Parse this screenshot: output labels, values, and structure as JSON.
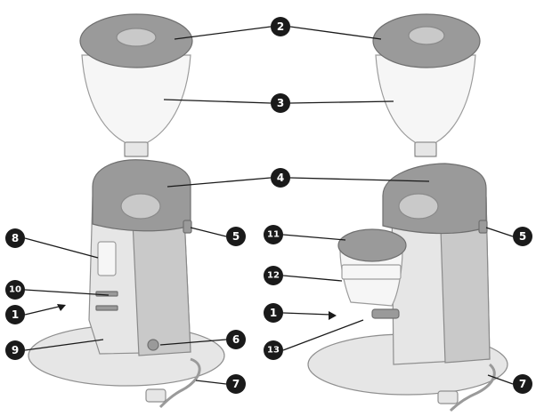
{
  "colors": {
    "background": "#ffffff",
    "callout_fill": "#1a1a1a",
    "callout_text": "#ffffff",
    "part_dark": "#9a9a9a",
    "part_mid": "#c9c9c9",
    "part_light": "#e6e6e6"
  },
  "callouts": [
    {
      "id": "c2",
      "label": "2"
    },
    {
      "id": "c3",
      "label": "3"
    },
    {
      "id": "c4",
      "label": "4"
    },
    {
      "id": "c5a",
      "label": "5"
    },
    {
      "id": "c5b",
      "label": "5"
    },
    {
      "id": "c8",
      "label": "8"
    },
    {
      "id": "c11",
      "label": "11"
    },
    {
      "id": "c10",
      "label": "10"
    },
    {
      "id": "c12",
      "label": "12"
    },
    {
      "id": "c1a",
      "label": "1"
    },
    {
      "id": "c1b",
      "label": "1"
    },
    {
      "id": "c9",
      "label": "9"
    },
    {
      "id": "c6",
      "label": "6"
    },
    {
      "id": "c13",
      "label": "13"
    },
    {
      "id": "c7a",
      "label": "7"
    },
    {
      "id": "c7b",
      "label": "7"
    }
  ]
}
